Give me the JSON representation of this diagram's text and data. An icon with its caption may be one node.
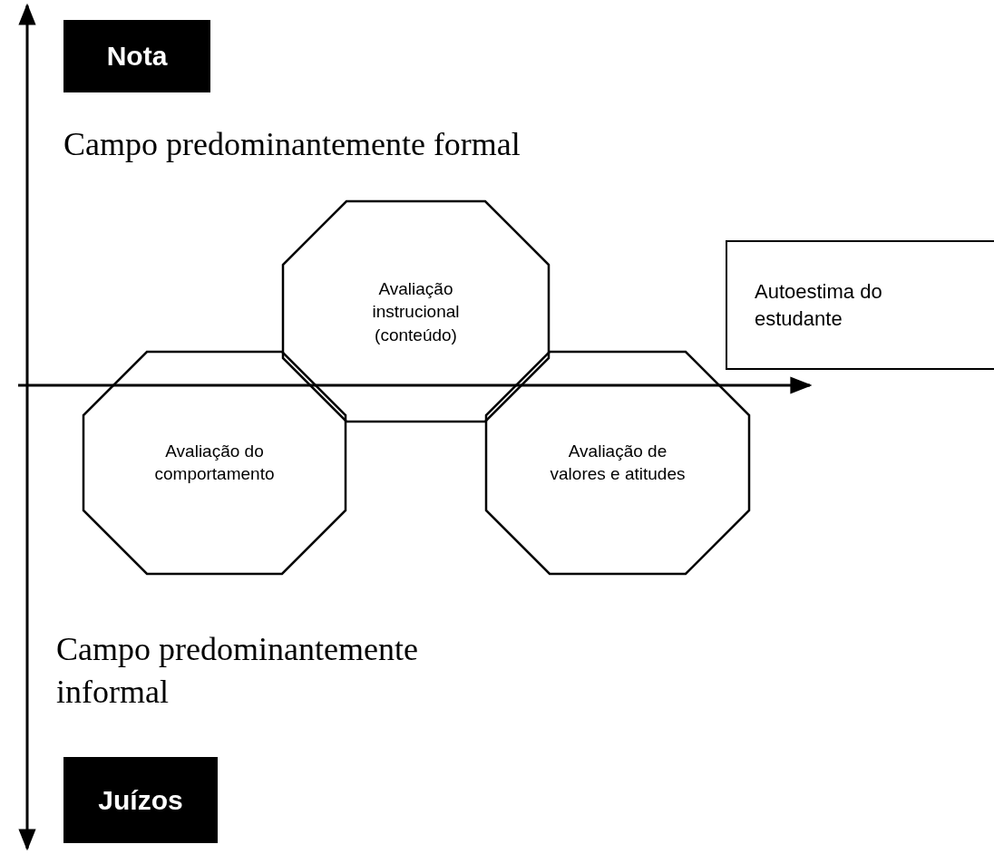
{
  "diagram": {
    "nodes": [
      {
        "text": [
          "Nota"
        ]
      },
      {
        "text": [
          "Avaliação instrucional (conteúdo)"
        ]
      },
      {
        "text": [
          "Autoestima do estudante"
        ]
      },
      {
        "text": [
          "Avaliação do comportamento"
        ]
      },
      {
        "text": [
          "Avaliação de valores e atitudes"
        ]
      },
      {
        "text": [
          "Juízos"
        ]
      }
    ],
    "labels": [
      "Campo predominantemente formal",
      "Campo predominantemente informal"
    ]
  }
}
